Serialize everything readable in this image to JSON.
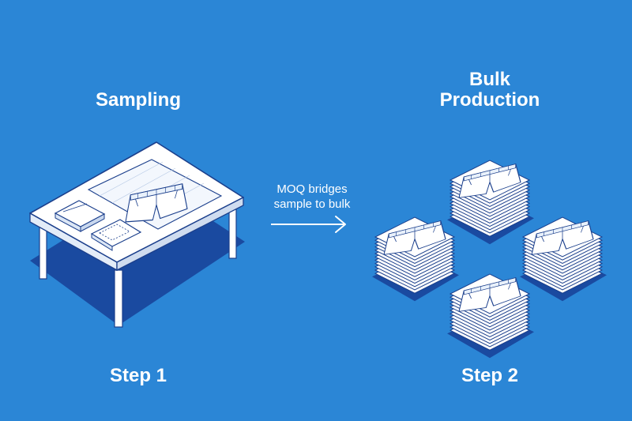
{
  "left_title": "Sampling",
  "right_title_line1": "Bulk",
  "right_title_line2": "Production",
  "transition_line1": "MOQ bridges",
  "transition_line2": "sample to bulk",
  "left_step": "Step 1",
  "right_step": "Step 2",
  "colors": {
    "background": "#2b86d6",
    "shadow": "#1a4aa0",
    "line": "#1b3f8c",
    "fill": "#ffffff"
  },
  "icons": [
    "sample-table-illustration",
    "shorts-stack-illustration",
    "arrow-right-icon"
  ]
}
